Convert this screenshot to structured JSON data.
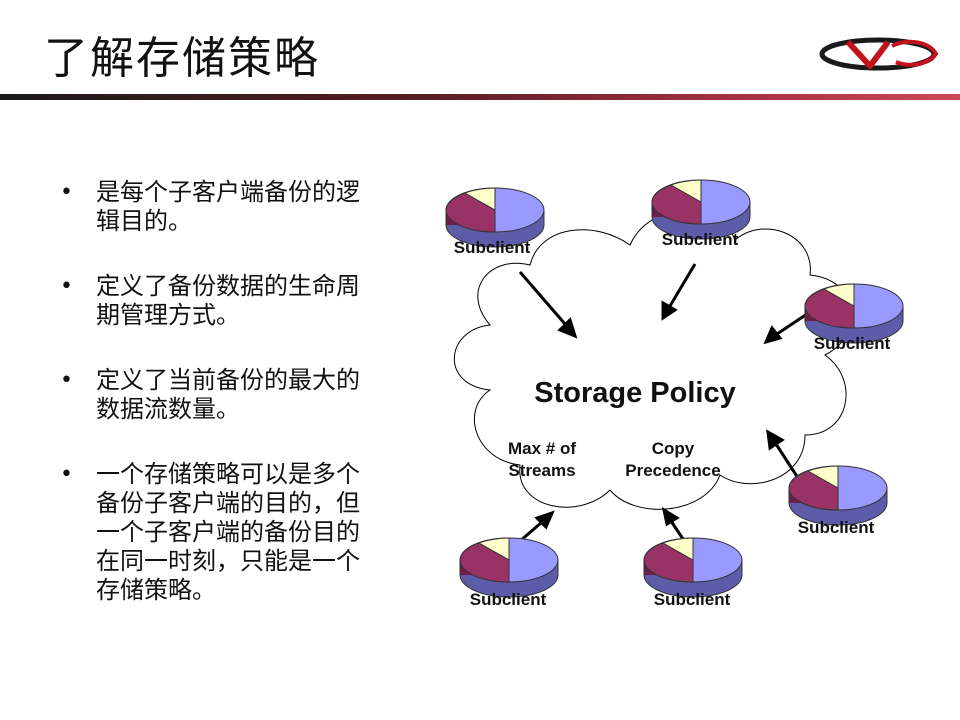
{
  "title": "了解存储策略",
  "bullets": [
    "是每个子客户端备份的逻辑目的。",
    "定义了备份数据的生命周期管理方式。",
    "定义了当前备份的最大的数据流数量。",
    "一个存储策略可以是多个备份子客户端的目的，但一个子客户端的备份目的在同一时刻，只能是一个存储策略。"
  ],
  "bullet_lines": [
    [
      "是每个子客户端备份的逻",
      "辑目的。"
    ],
    [
      "定义了备份数据的生命周",
      "期管理方式。"
    ],
    [
      "定义了当前备份的最大的",
      "数据流数量。"
    ],
    [
      "一个存储策略可以是多个",
      "备份子客户端的目的，但",
      "一个子客户端的备份目的",
      "在同一时刻，只能是一个",
      "存储策略。"
    ]
  ],
  "bullet_symbol": "•",
  "diagram": {
    "center_label": "Storage Policy",
    "left_label": [
      "Max # of",
      "Streams"
    ],
    "right_label": [
      "Copy",
      "Precedence"
    ],
    "subclient_label": "Subclient",
    "colors": {
      "pie_blue": "#9999ff",
      "pie_maroon": "#993366",
      "pie_cream": "#ffffcc",
      "arrow": "#000000"
    }
  },
  "logo_colors": {
    "dark": "#1a1a1a",
    "red": "#c4121c"
  }
}
